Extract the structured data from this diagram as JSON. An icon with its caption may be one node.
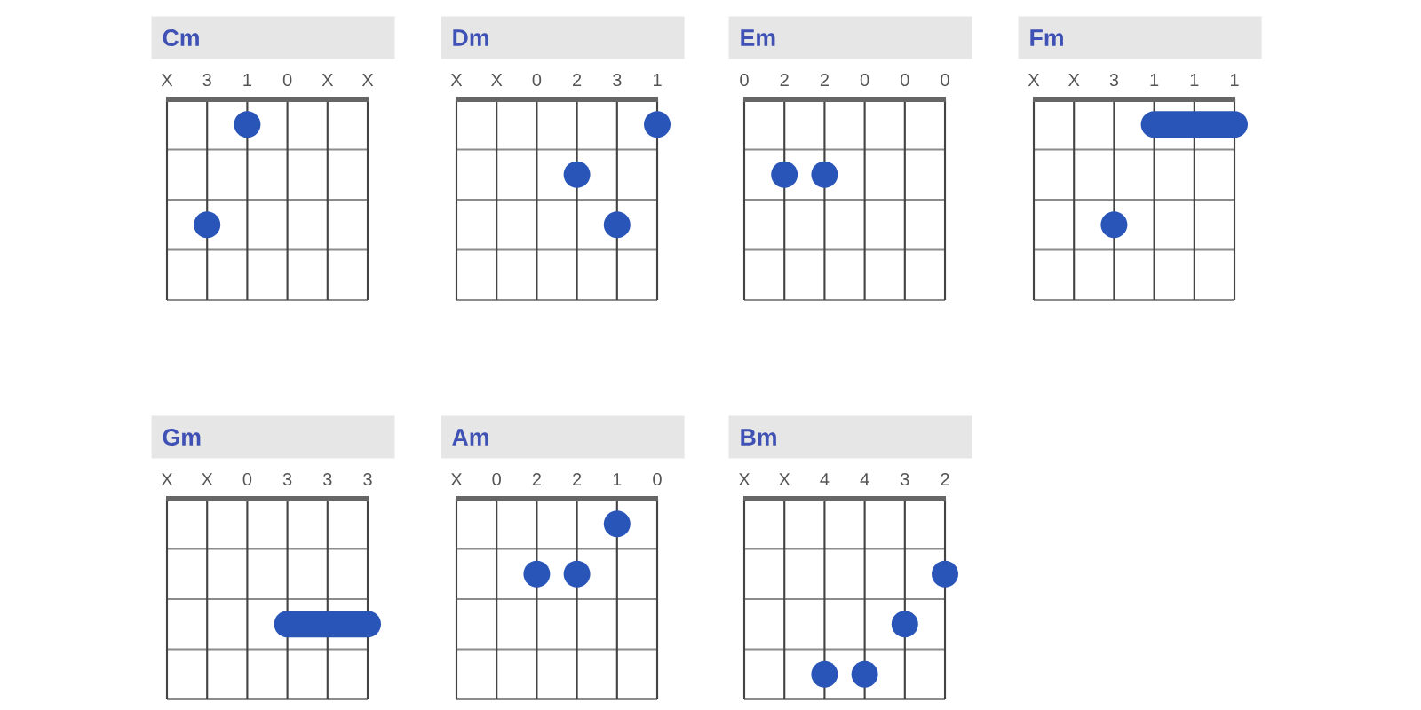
{
  "diagram": {
    "nodes": [
      {
        "text": [
          "Cm"
        ],
        "beside": [
          "X",
          "3",
          "1",
          "0",
          "X",
          "X"
        ]
      },
      {
        "text": [
          "Dm"
        ],
        "beside": [
          "X",
          "X",
          "0",
          "2",
          "3",
          "1"
        ]
      },
      {
        "text": [
          "Em"
        ],
        "beside": [
          "0",
          "2",
          "2",
          "0",
          "0",
          "0"
        ]
      },
      {
        "text": [
          "Fm"
        ],
        "beside": [
          "X",
          "X",
          "3",
          "1",
          "1",
          "1"
        ]
      },
      {
        "text": [
          "Gm"
        ],
        "beside": [
          "X",
          "X",
          "0",
          "3",
          "3",
          "3"
        ]
      },
      {
        "text": [
          "Am"
        ],
        "beside": [
          "X",
          "0",
          "2",
          "2",
          "1",
          "0"
        ]
      },
      {
        "text": [
          "Bm"
        ],
        "beside": [
          "X",
          "X",
          "4",
          "4",
          "3",
          "2"
        ]
      }
    ]
  }
}
